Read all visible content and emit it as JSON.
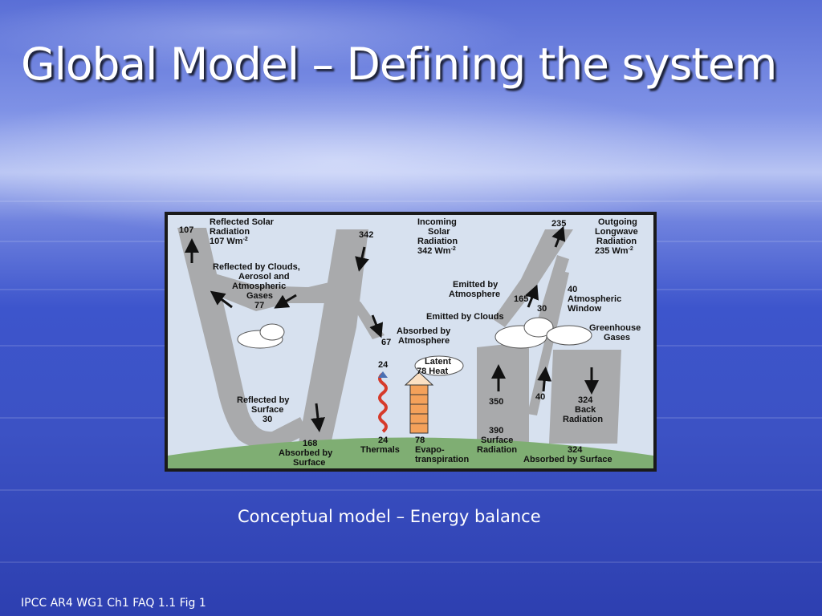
{
  "slide": {
    "title": "Global Model – Defining the system",
    "caption": "Conceptual model – Energy balance",
    "source": "IPCC AR4 WG1 Ch1 FAQ 1.1 Fig 1"
  },
  "diagram": {
    "reflected_solar": {
      "value": "107",
      "line1": "Reflected Solar",
      "line2": "Radiation",
      "line3": "107 Wm",
      "sup": "-2"
    },
    "incoming_solar": {
      "value": "342",
      "line1": "Incoming",
      "line2": "Solar",
      "line3": "Radiation",
      "line4": "342 Wm",
      "sup": "-2"
    },
    "outgoing_longwave": {
      "value": "235",
      "line1": "Outgoing",
      "line2": "Longwave",
      "line3": "Radiation",
      "line4": "235 Wm",
      "sup": "-2"
    },
    "reflected_clouds": {
      "line1": "Reflected by Clouds,",
      "line2": "Aerosol and",
      "line3": "Atmospheric",
      "line4": "Gases",
      "value": "77"
    },
    "absorbed_atmosphere": {
      "value": "67",
      "line1": "Absorbed by",
      "line2": "Atmosphere"
    },
    "emitted_atmosphere": {
      "line1": "Emitted by",
      "line2": "Atmosphere",
      "value": "165"
    },
    "emitted_clouds": {
      "line1": "Emitted by Clouds",
      "value": "30"
    },
    "atmospheric_window": {
      "value": "40",
      "line1": "Atmospheric",
      "line2": "Window"
    },
    "greenhouse_gases": {
      "line1": "Greenhouse",
      "line2": "Gases"
    },
    "latent_heat": {
      "line1": "Latent",
      "line2": "78 Heat"
    },
    "thermals": {
      "top_value": "24",
      "value": "24",
      "label": "Thermals"
    },
    "evapotranspiration": {
      "value": "78",
      "line1": "Evapo-",
      "line2": "transpiration"
    },
    "reflected_surface": {
      "line1": "Reflected by",
      "line2": "Surface",
      "value": "30"
    },
    "absorbed_surface_solar": {
      "value": "168",
      "line1": "Absorbed by",
      "line2": "Surface"
    },
    "surface_radiation": {
      "top_value": "350",
      "value": "390",
      "line1": "Surface",
      "line2": "Radiation"
    },
    "window_40": {
      "value": "40"
    },
    "back_radiation": {
      "value": "324",
      "line1": "Back",
      "line2": "Radiation"
    },
    "absorbed_surface_back": {
      "value": "324",
      "label": "Absorbed by Surface"
    }
  }
}
